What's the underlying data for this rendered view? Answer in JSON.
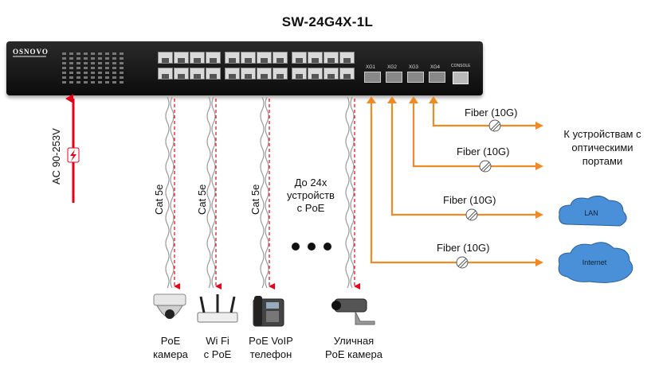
{
  "title": "SW-24G4X-1L",
  "brand": "OSNOVO",
  "sfp_ports": [
    "XG1",
    "XG2",
    "XG3",
    "XG4"
  ],
  "console_label": "CONSOLE",
  "power_label": "AC 90-253V",
  "cable_label": "Cat 5e",
  "up_to": "До 24х\nустройств\nс PoE",
  "fiber_label": "Fiber (10G)",
  "dest_optical": "К устройствам с\nоптическими\nпортами",
  "lan": "LAN",
  "internet": "Internet",
  "devices": [
    "PoE\nкамера",
    "Wi Fi\nс PoE",
    "PoE VoIP\nтелефон",
    "Уличная\nPoE камера"
  ],
  "colors": {
    "power_arrow": "#e8001a",
    "fiber_arrow": "#f08a24",
    "cloud": "#4a90d9",
    "switch": "#1a1a1a"
  },
  "icons": [
    "dome-camera-icon",
    "wifi-router-icon",
    "voip-phone-icon",
    "bullet-camera-icon",
    "lightning-icon",
    "dots-icon"
  ]
}
